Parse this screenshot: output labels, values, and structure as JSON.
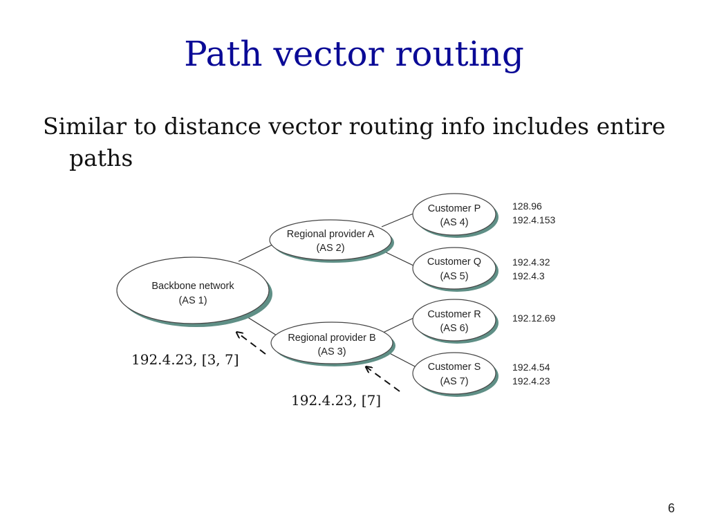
{
  "slide": {
    "title": "Path vector routing",
    "bullet": "Similar to distance vector routing info includes entire paths",
    "page_number": "6"
  },
  "diagram": {
    "nodes": [
      {
        "id": "backbone",
        "line1": "Backbone network",
        "line2": "(AS 1)"
      },
      {
        "id": "regional-a",
        "line1": "Regional provider A",
        "line2": "(AS 2)"
      },
      {
        "id": "regional-b",
        "line1": "Regional provider B",
        "line2": "(AS 3)"
      },
      {
        "id": "customer-p",
        "line1": "Customer P",
        "line2": "(AS 4)",
        "addresses": [
          "128.96",
          "192.4.153"
        ]
      },
      {
        "id": "customer-q",
        "line1": "Customer Q",
        "line2": "(AS 5)",
        "addresses": [
          "192.4.32",
          "192.4.3"
        ]
      },
      {
        "id": "customer-r",
        "line1": "Customer R",
        "line2": "(AS 6)",
        "addresses": [
          "192.12.69"
        ]
      },
      {
        "id": "customer-s",
        "line1": "Customer S",
        "line2": "(AS 7)",
        "addresses": [
          "192.4.54",
          "192.4.23"
        ]
      }
    ],
    "annotations": [
      {
        "id": "advert-backbone",
        "text": "192.4.23, [3, 7]"
      },
      {
        "id": "advert-regional-b",
        "text": "192.4.23, [7]"
      }
    ],
    "colors": {
      "title": "#0a0a96",
      "node_fill": "#ffffff",
      "node_shadow": "#5f8f86",
      "link": "#333333"
    }
  }
}
